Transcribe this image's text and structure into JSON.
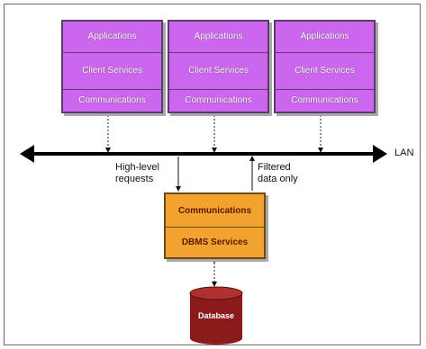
{
  "clients": [
    {
      "applications": "Applications",
      "client_services": "Client Services",
      "communications": "Communications"
    },
    {
      "applications": "Applications",
      "client_services": "Client Services",
      "communications": "Communications"
    },
    {
      "applications": "Applications",
      "client_services": "Client Services",
      "communications": "Communications"
    }
  ],
  "lan_label": "LAN",
  "request_label": "High-level requests",
  "response_label": "Filtered data only",
  "server": {
    "communications": "Communications",
    "dbms_services": "DBMS Services"
  },
  "database_label": "Database",
  "colors": {
    "client": "#cc66ee",
    "server": "#f2a22e",
    "database": "#8b1a1a"
  }
}
